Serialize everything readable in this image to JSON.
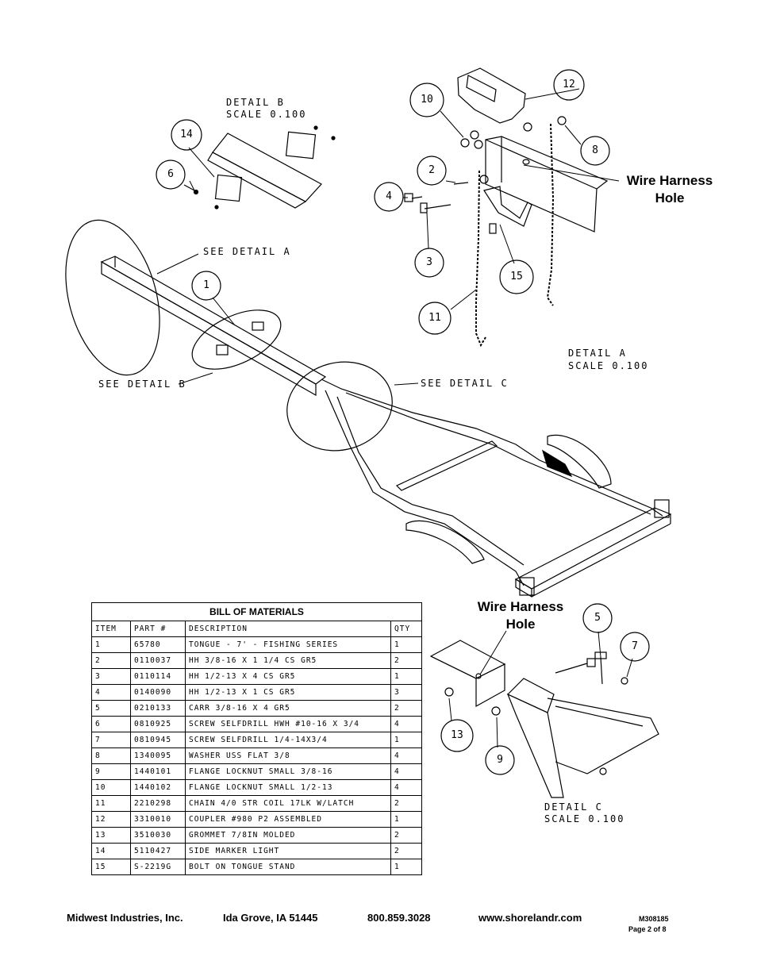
{
  "details": {
    "detail_b": {
      "title": "DETAIL B",
      "scale": "SCALE 0.100"
    },
    "detail_a": {
      "title": "DETAIL A",
      "scale": "SCALE 0.100"
    },
    "detail_c": {
      "title": "DETAIL C",
      "scale": "SCALE 0.100"
    }
  },
  "leaders": {
    "see_a": "SEE DETAIL A",
    "see_b": "SEE DETAIL B",
    "see_c": "SEE DETAIL C"
  },
  "callouts": {
    "wire_top_1": "Wire Harness",
    "wire_top_2": "Hole",
    "wire_bottom_1": "Wire Harness",
    "wire_bottom_2": "Hole"
  },
  "balloons": {
    "b1": "1",
    "b2": "2",
    "b3": "3",
    "b4": "4",
    "b5": "5",
    "b6": "6",
    "b7": "7",
    "b8": "8",
    "b9": "9",
    "b10": "10",
    "b11": "11",
    "b12": "12",
    "b13": "13",
    "b14": "14",
    "b15": "15"
  },
  "bom": {
    "title": "BILL OF MATERIALS",
    "headers": [
      "ITEM",
      "PART #",
      "DESCRIPTION",
      "QTY"
    ],
    "rows": [
      [
        "1",
        "65780",
        "TONGUE - 7' - FISHING SERIES",
        "1"
      ],
      [
        "2",
        "0110037",
        "HH 3/8-16 X 1 1/4 CS GR5",
        "2"
      ],
      [
        "3",
        "0110114",
        "HH 1/2-13 X 4 CS GR5",
        "1"
      ],
      [
        "4",
        "0140090",
        "HH 1/2-13 X 1 CS GR5",
        "3"
      ],
      [
        "5",
        "0210133",
        "CARR 3/8-16 X 4 GR5",
        "2"
      ],
      [
        "6",
        "0810925",
        "SCREW SELFDRILL HWH #10-16 X 3/4",
        "4"
      ],
      [
        "7",
        "0810945",
        "SCREW SELFDRILL 1/4-14X3/4",
        "1"
      ],
      [
        "8",
        "1340095",
        "WASHER USS FLAT 3/8",
        "4"
      ],
      [
        "9",
        "1440101",
        "FLANGE LOCKNUT SMALL 3/8-16",
        "4"
      ],
      [
        "10",
        "1440102",
        "FLANGE LOCKNUT SMALL 1/2-13",
        "4"
      ],
      [
        "11",
        "2210298",
        "CHAIN 4/0 STR COIL 17LK W/LATCH",
        "2"
      ],
      [
        "12",
        "3310010",
        "COUPLER #980 P2 ASSEMBLED",
        "1"
      ],
      [
        "13",
        "3510030",
        "GROMMET 7/8IN MOLDED",
        "2"
      ],
      [
        "14",
        "5110427",
        "SIDE MARKER LIGHT",
        "2"
      ],
      [
        "15",
        "S-2219G",
        "BOLT ON TONGUE STAND",
        "1"
      ]
    ]
  },
  "footer": {
    "company": "Midwest Industries, Inc.",
    "city": "Ida Grove, IA  51445",
    "phone": "800.859.3028",
    "web": "www.shorelandr.com",
    "doc": "M308185",
    "page": "Page 2 of 8"
  }
}
